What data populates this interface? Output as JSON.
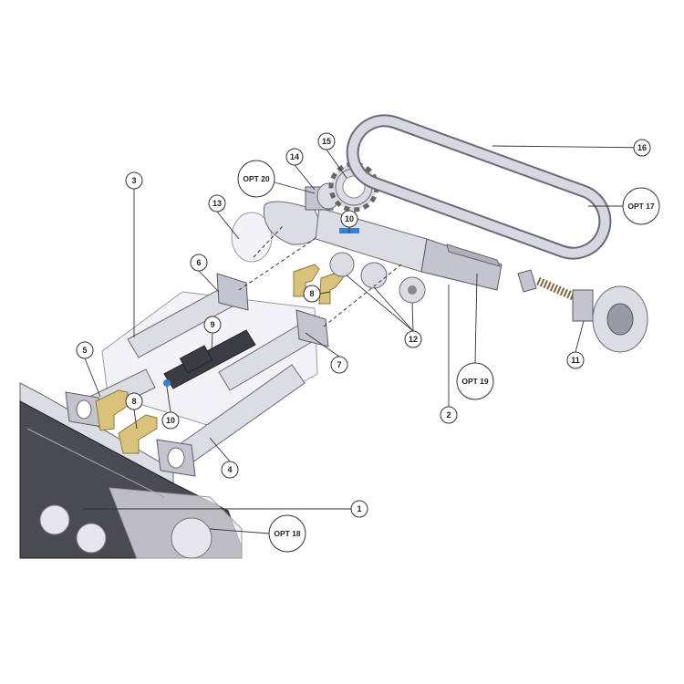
{
  "diagram": {
    "type": "exploded-view parts diagram",
    "callouts": {
      "c1": "1",
      "c2": "2",
      "c3": "3",
      "c4": "4",
      "c5": "5",
      "c6": "6",
      "c7": "7",
      "c8a": "8",
      "c8b": "8",
      "c9": "9",
      "c10a": "10",
      "c10b": "10",
      "c11": "11",
      "c12": "12",
      "c13": "13",
      "c14": "14",
      "c15": "15",
      "c16": "16",
      "opt17": "OPT 17",
      "opt18": "OPT 18",
      "opt19": "OPT 19",
      "opt20": "OPT 20"
    },
    "colors": {
      "metal": "#dcdce4",
      "brass_plates": "#d9c27c",
      "actuator": "#3c3c44",
      "fastener_accent": "#3a7fd0"
    }
  }
}
